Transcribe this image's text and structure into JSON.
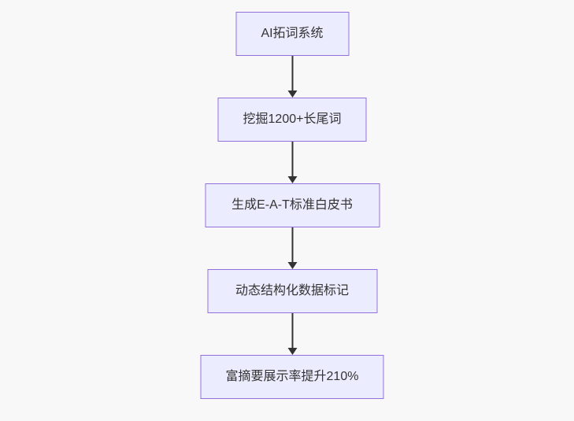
{
  "page": {
    "background_color": "#f8f8f8"
  },
  "flowchart": {
    "type": "flowchart",
    "direction": "top-down",
    "style": {
      "node_fill": "#ECECFF",
      "node_border": "#9370DB",
      "text_color": "#333333",
      "arrow_color": "#333333"
    },
    "nodes": [
      {
        "id": "n1",
        "label": "AI拓词系统"
      },
      {
        "id": "n2",
        "label": "挖掘1200+长尾词"
      },
      {
        "id": "n3",
        "label": "生成E-A-T标准白皮书"
      },
      {
        "id": "n4",
        "label": "动态结构化数据标记"
      },
      {
        "id": "n5",
        "label": "富摘要展示率提升210%"
      }
    ],
    "edges": [
      {
        "from": "n1",
        "to": "n2"
      },
      {
        "from": "n2",
        "to": "n3"
      },
      {
        "from": "n3",
        "to": "n4"
      },
      {
        "from": "n4",
        "to": "n5"
      }
    ]
  }
}
